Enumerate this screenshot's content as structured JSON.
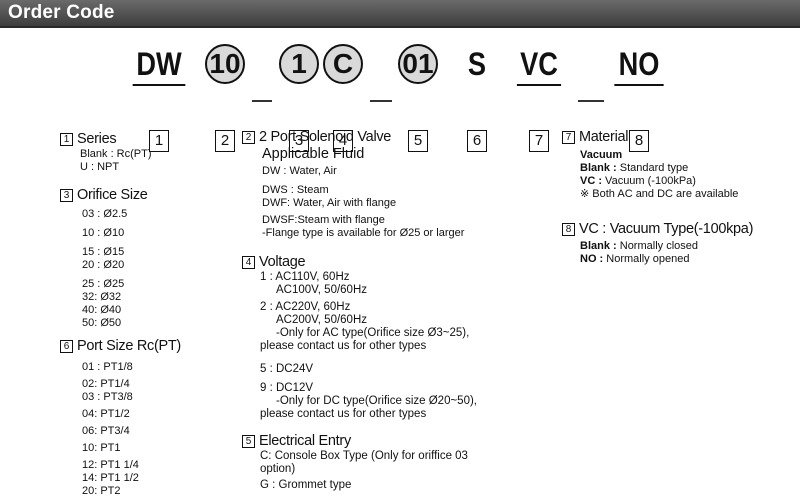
{
  "header": {
    "title": "Order Code"
  },
  "code": {
    "p1": "DW",
    "p2": "10",
    "p3": "1",
    "p4": "C",
    "p5": "01",
    "p6": "S",
    "p7": "VC",
    "p8": "NO",
    "boxes": [
      "1",
      "2",
      "3",
      "4",
      "5",
      "6",
      "7",
      "8"
    ]
  },
  "series": {
    "num": "1",
    "title": "Series",
    "items": [
      "Blank : Rc(PT)",
      "U : NPT"
    ]
  },
  "orifice": {
    "num": "3",
    "title": "Orifice Size",
    "items": [
      "03 : Ø2.5",
      "10 : Ø10",
      "15 : Ø15",
      "20 : Ø20",
      "25 : Ø25",
      "32: Ø32",
      "40: Ø40",
      "50: Ø50"
    ]
  },
  "port": {
    "num": "6",
    "title": "Port Size Rc(PT)",
    "items": [
      "01 : PT1/8",
      "02: PT1/4",
      "03 : PT3/8",
      "04: PT1/2",
      "06: PT3/4",
      "10: PT1",
      "12: PT1 1/4",
      "14: PT1 1/2",
      "20: PT2"
    ]
  },
  "valve": {
    "num": "2",
    "title": "2 Port Solenoid Valve",
    "subtitle": "Applicable Fluid",
    "items": [
      "DW : Water, Air",
      "DWS : Steam",
      "DWF: Water, Air with flange",
      "DWSF:Steam with flange",
      " -Flange type is available for Ø25 or larger"
    ]
  },
  "voltage": {
    "num": "4",
    "title": "Voltage",
    "items": [
      "1 : AC110V, 60Hz",
      "AC100V, 50/60Hz",
      "2 : AC220V, 60Hz",
      "AC200V, 50/60Hz",
      "-Only for AC type(Orifice size Ø3~25),",
      "please contact us for other types",
      "5 : DC24V",
      "9 : DC12V",
      "-Only for DC type(Orifice size Ø20~50),",
      "please contact us for other types"
    ]
  },
  "electrical": {
    "num": "5",
    "title": "Electrical Entry",
    "items": [
      "C: Console Box Type (Only for oriffice 03",
      "option)",
      "G : Grommet type"
    ]
  },
  "material": {
    "num": "7",
    "title": "Material",
    "items": [
      "Vacuum",
      "Blank : Standard type",
      "VC : Vacuum (-100kPa)",
      "※ Both AC and DC are available"
    ]
  },
  "vacuum": {
    "num": "8",
    "title": "VC : Vacuum Type(-100kpa)",
    "items": [
      "Blank : Normally closed",
      "NO : Normally opened"
    ]
  }
}
